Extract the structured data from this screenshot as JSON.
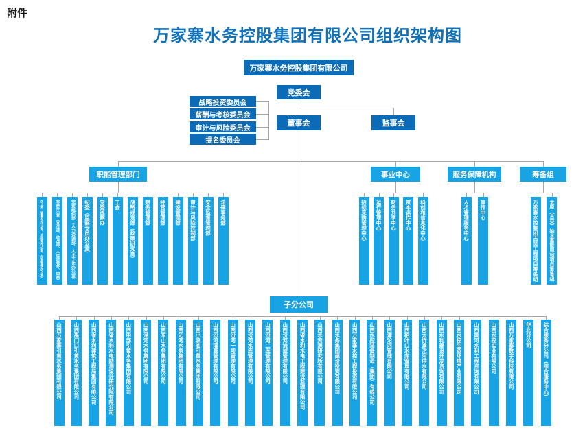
{
  "page": {
    "attachment_label": "附件",
    "title": "万家寨水务控股集团有限公司组织架构图"
  },
  "root": {
    "label": "万家寨水务控股集团有限公司"
  },
  "party_committee": {
    "label": "党委会"
  },
  "board": {
    "label": "董事会"
  },
  "supervisory_board": {
    "label": "监事会"
  },
  "committees": [
    "战略投资委员会",
    "薪酬与考核委员会",
    "审计与风险委员会",
    "提名委员会"
  ],
  "branches": [
    {
      "label": "职能管理部门",
      "children": [
        "办公室（董事会办公室、总经理办公室、应急管理办公室）",
        "党委办公室（宣传部、统战部、人民武装部、团委）",
        "党委组织部（人力资源部、人才工作办公室）",
        "纪委（监察专员办公室）",
        "党委巡察办",
        "工会",
        "战略规划部（政策研究室）",
        "财务管理部",
        "经营管理部",
        "建设管理部",
        "审计与风险控制部",
        "安全监督管理部",
        "法律事务部"
      ]
    },
    {
      "label": "事业中心",
      "children": [
        "招标采购管理中心",
        "运行管理中心",
        "财务共享中心",
        "资本运作中心",
        "科创和信息化中心"
      ]
    },
    {
      "label": "服务保障机构",
      "children": [
        "人才管理服务中心",
        "宣传中心"
      ]
    },
    {
      "label": "筹备组",
      "children": [
        "万家寨水控集团古贤工程项目筹备组",
        "太原（古交）抽水蓄能电站项目筹备组"
      ]
    }
  ],
  "subsidiaries": {
    "label": "子分公司",
    "items": [
      "山西万家寨引黄水务集团有限公司",
      "山西禹门口引黄水务集团有限公司",
      "山西省水利建筑工程局集团有限公司",
      "山西省水利水电勘测设计研究院有限公司",
      "山西中部引黄水务集团有限公司",
      "山西漳河水务集团有限公司",
      "山西东山水务集团有限公司",
      "山西沁河水务集团有限公司",
      "山西小浪底引黄水务集团有限公司",
      "山西汾河灌溉管理有限公司",
      "山西汾河一坝管理有限公司",
      "山西汾河水库管理有限公司",
      "山西汾河二库管理有限公司",
      "山西汾河流域管理有限公司",
      "山西省水利水电工程建设监理有限公司",
      "山西水资源研究所有限公司",
      "山西水务集团建设投资有限公司",
      "山西万家寨水控工程投资有限公司",
      "山西水控装备制造（集团）有限公司",
      "山西滹沱河管理有限公司",
      "山西柏叶口水库管理有限公司",
      "山西太忻滹沱河供水有限公司",
      "山西水利建设开发咨询有限公司",
      "山西水控生态环境产业有限公司",
      "山西黄河水利工程咨询有限公司",
      "山西水控实业有限公司",
      "山西万家寨数字科技有限公司",
      "华北分公司",
      "综合服务分公司（综合服务中心）"
    ]
  },
  "colors": {
    "dark_blue": "#0b6bb7",
    "light_blue": "#17a3e4",
    "title_blue": "#1171b8",
    "line_gray": "#a6a6a6"
  }
}
